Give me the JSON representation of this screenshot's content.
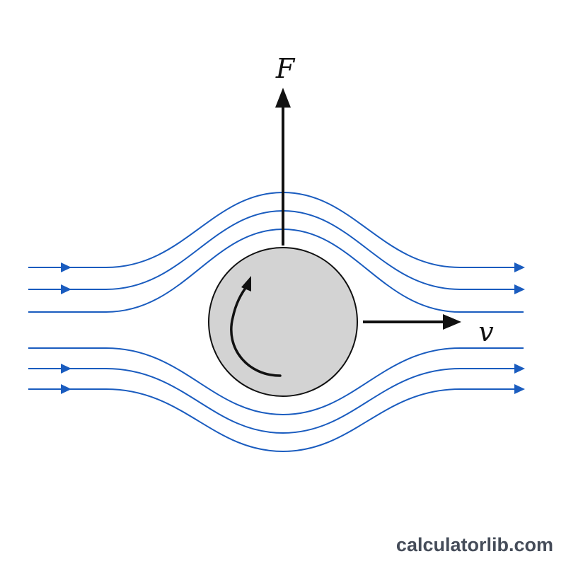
{
  "diagram": {
    "force_label": "F",
    "velocity_label": "v",
    "colors": {
      "streamline": "#1a5cbf",
      "ball_fill": "#d3d3d3",
      "ball_stroke": "#111111",
      "arrow": "#111111"
    },
    "icons": {
      "spin": "curved-arrow-clockwise",
      "force": "arrow-up",
      "velocity": "arrow-right"
    }
  },
  "watermark": "calculatorlib.com"
}
